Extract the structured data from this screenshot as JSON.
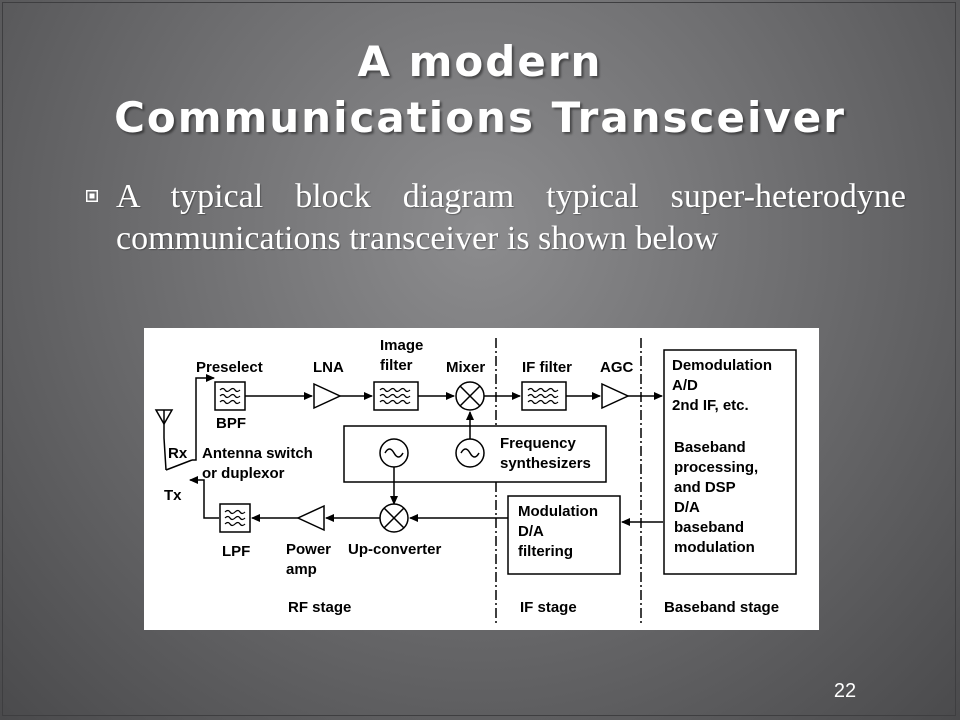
{
  "slide": {
    "title_line1": "A modern",
    "title_line2": "Communications Transceiver",
    "bullet_text": "A typical block diagram typical super-heterodyne communications transceiver is shown below",
    "bullet_icon": "box-bullet-icon",
    "page_number": "22"
  },
  "diagram": {
    "labels": {
      "preselect": "Preselect",
      "bpf": "BPF",
      "lna": "LNA",
      "image_filter_1": "Image",
      "image_filter_2": "filter",
      "mixer": "Mixer",
      "if_filter": "IF filter",
      "agc": "AGC",
      "demod_1": "Demodulation",
      "demod_2": "A/D",
      "demod_3": "2nd IF, etc.",
      "baseband_1": "Baseband",
      "baseband_2": "processing,",
      "baseband_3": "and DSP",
      "baseband_4": "D/A",
      "baseband_5": "baseband",
      "baseband_6": "modulation",
      "freq_1": "Frequency",
      "freq_2": "synthesizers",
      "rx": "Rx",
      "tx": "Tx",
      "antenna_1": "Antenna switch",
      "antenna_2": "or duplexor",
      "lpf": "LPF",
      "power_1": "Power",
      "power_2": "amp",
      "upconverter": "Up-converter",
      "mod_1": "Modulation",
      "mod_2": "D/A",
      "mod_3": "filtering",
      "rf_stage": "RF stage",
      "if_stage": "IF stage",
      "baseband_stage": "Baseband stage"
    }
  }
}
